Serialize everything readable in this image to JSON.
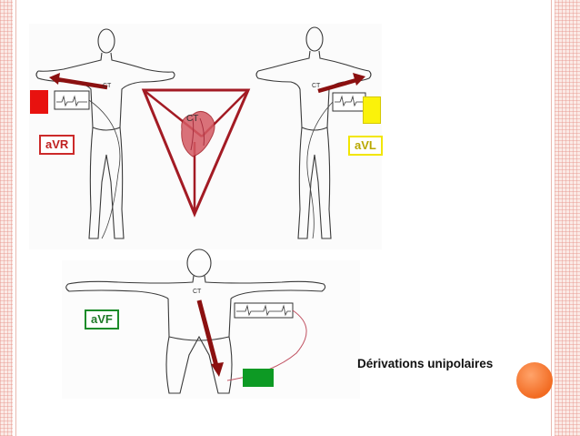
{
  "slide": {
    "caption": "Dérivations unipolaires"
  },
  "figure": {
    "lead_labels": {
      "avr": "aVR",
      "avl": "aVL",
      "avf": "aVF"
    },
    "center_label": "CT",
    "body_marks": {
      "left_chest": "CT",
      "right_chest": "CT"
    },
    "colors": {
      "avr": "#e8120f",
      "avl": "#fbf20a",
      "avf": "#0d9a24",
      "triangle": "#a31b24",
      "arrow": "#8b1010",
      "heart": "#d45a63",
      "accent_dot": "#f26b22"
    }
  }
}
